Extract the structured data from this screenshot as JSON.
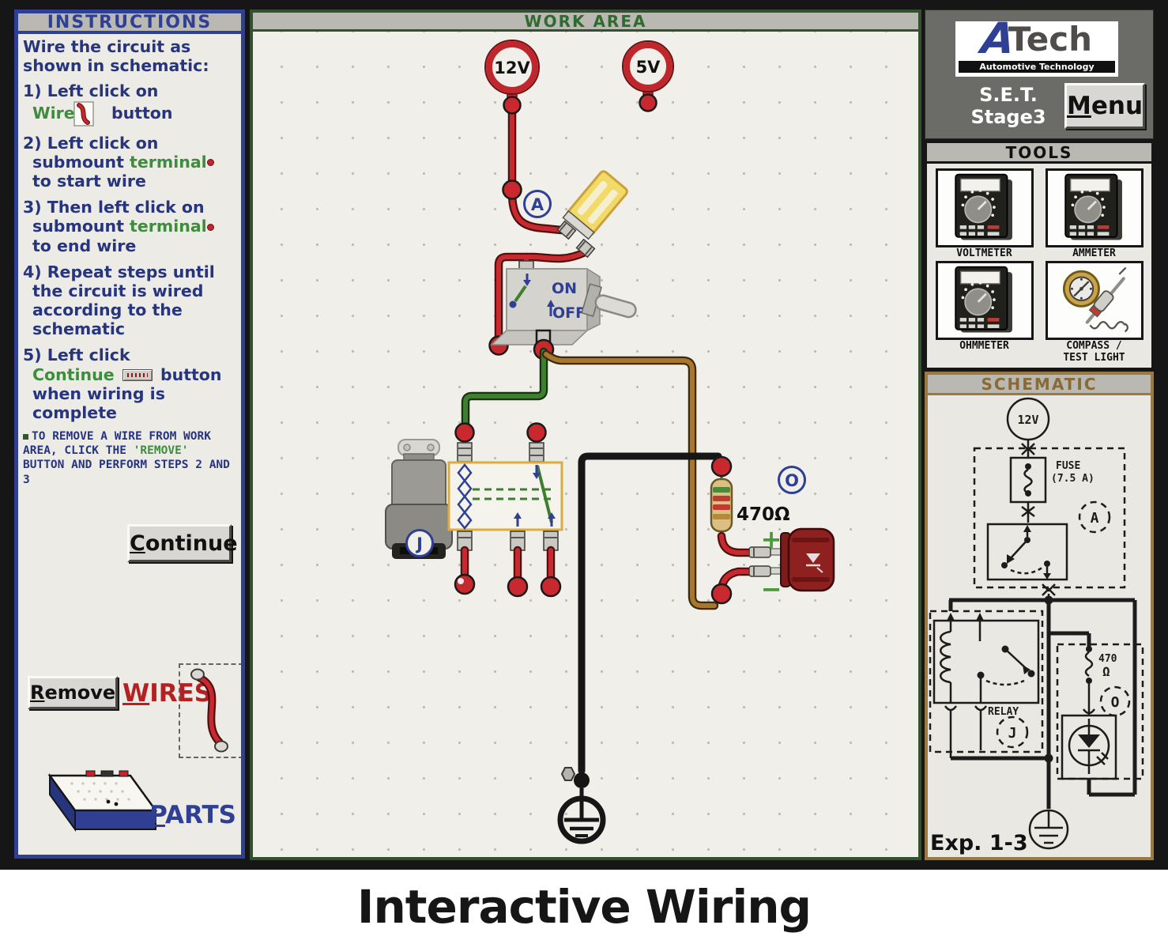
{
  "page": {
    "title": "Interactive Wiring"
  },
  "instructions": {
    "header": "INSTRUCTIONS",
    "intro": "Wire the circuit as shown in schematic:",
    "step1_pre": "1) Left click on",
    "step1_wire": "Wire",
    "step1_post": "button",
    "step2_line1": "2) Left click on",
    "step2_word": "submount",
    "step2_terminal": "terminal",
    "step2_line3": "to start wire",
    "step3_line1": "3) Then left click on",
    "step3_word": "submount",
    "step3_terminal": "terminal",
    "step3_line3": "to end wire",
    "step4": "4) Repeat steps until the circuit is wired according to the schematic",
    "step5_pre": "5) Left click",
    "step5_continue": "Continue",
    "step5_mid": "button",
    "step5_post": "when wiring is complete",
    "note_pre": "TO REMOVE A WIRE FROM WORK AREA, CLICK THE",
    "note_remove": "'REMOVE'",
    "note_post": "BUTTON AND PERFORM STEPS 2 AND 3",
    "continue_button": "Continue",
    "remove_button": "Remove",
    "wires_label": "WIRES",
    "parts_label": "PARTS"
  },
  "work_area": {
    "header": "WORK AREA",
    "source_12v": "12V",
    "source_5v": "5V",
    "ammeter_label": "A",
    "switch_on": "ON",
    "switch_off": "OFF",
    "relay_label": "J",
    "resistor_value": "470Ω",
    "led_label": "O",
    "led_plus": "+",
    "led_minus": "−"
  },
  "branding": {
    "logo_a": "A",
    "logo_tech": "Tech",
    "logo_tagline": "Automotive Technology",
    "set_label": "S.E.T.",
    "stage_label": "Stage3",
    "menu_button": "Menu"
  },
  "tools": {
    "header": "TOOLS",
    "voltmeter": "VOLTMETER",
    "ammeter": "AMMETER",
    "ohmmeter": "OHMMETER",
    "compass_line1": "COMPASS /",
    "compass_line2": "TEST LIGHT"
  },
  "schematic": {
    "header": "SCHEMATIC",
    "source": "12V",
    "fuse_name": "FUSE",
    "fuse_rating": "(7.5 A)",
    "ammeter_label": "A",
    "relay_name": "RELAY",
    "relay_label": "J",
    "resistor_value": "470",
    "resistor_unit": "Ω",
    "led_label": "O",
    "experiment": "Exp. 1-3"
  },
  "colors": {
    "accent_blue": "#2e3f94",
    "accent_green": "#3f8c3f",
    "wire_red": "#c8292e",
    "wire_brown": "#a8762e",
    "schematic_brown": "#9a7a42"
  }
}
